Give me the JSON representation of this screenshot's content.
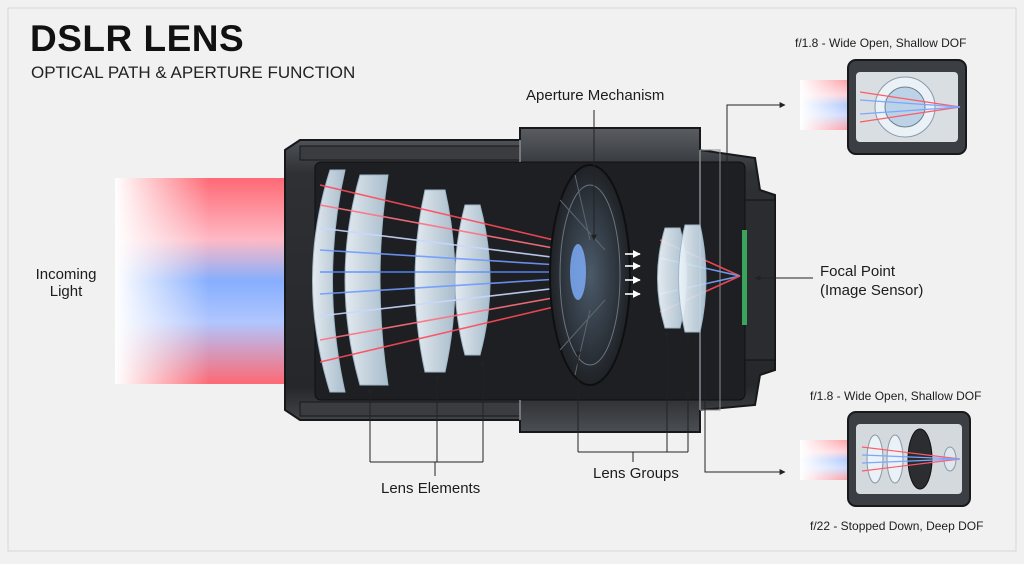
{
  "header": {
    "title": "DSLR LENS",
    "subtitle": "OPTICAL PATH & APERTURE FUNCTION"
  },
  "labels": {
    "incoming_light_line1": "Incoming",
    "incoming_light_line2": "Light",
    "aperture_mechanism": "Aperture Mechanism",
    "focal_point_line1": "Focal Point",
    "focal_point_line2": "(Image Sensor)",
    "lens_elements": "Lens Elements",
    "lens_groups": "Lens Groups"
  },
  "insets": {
    "top_caption": "f/1.8 - Wide Open, Shallow DOF",
    "bottom_caption_above": "f/1.8 - Wide Open, Shallow DOF",
    "bottom_caption_below": "f/22 - Stopped Down, Deep DOF"
  },
  "colors": {
    "light_red": "#ff3b4d",
    "light_blue": "#4a8cff",
    "barrel_dark": "#2b2d30",
    "glass": "#dfeaf2"
  }
}
